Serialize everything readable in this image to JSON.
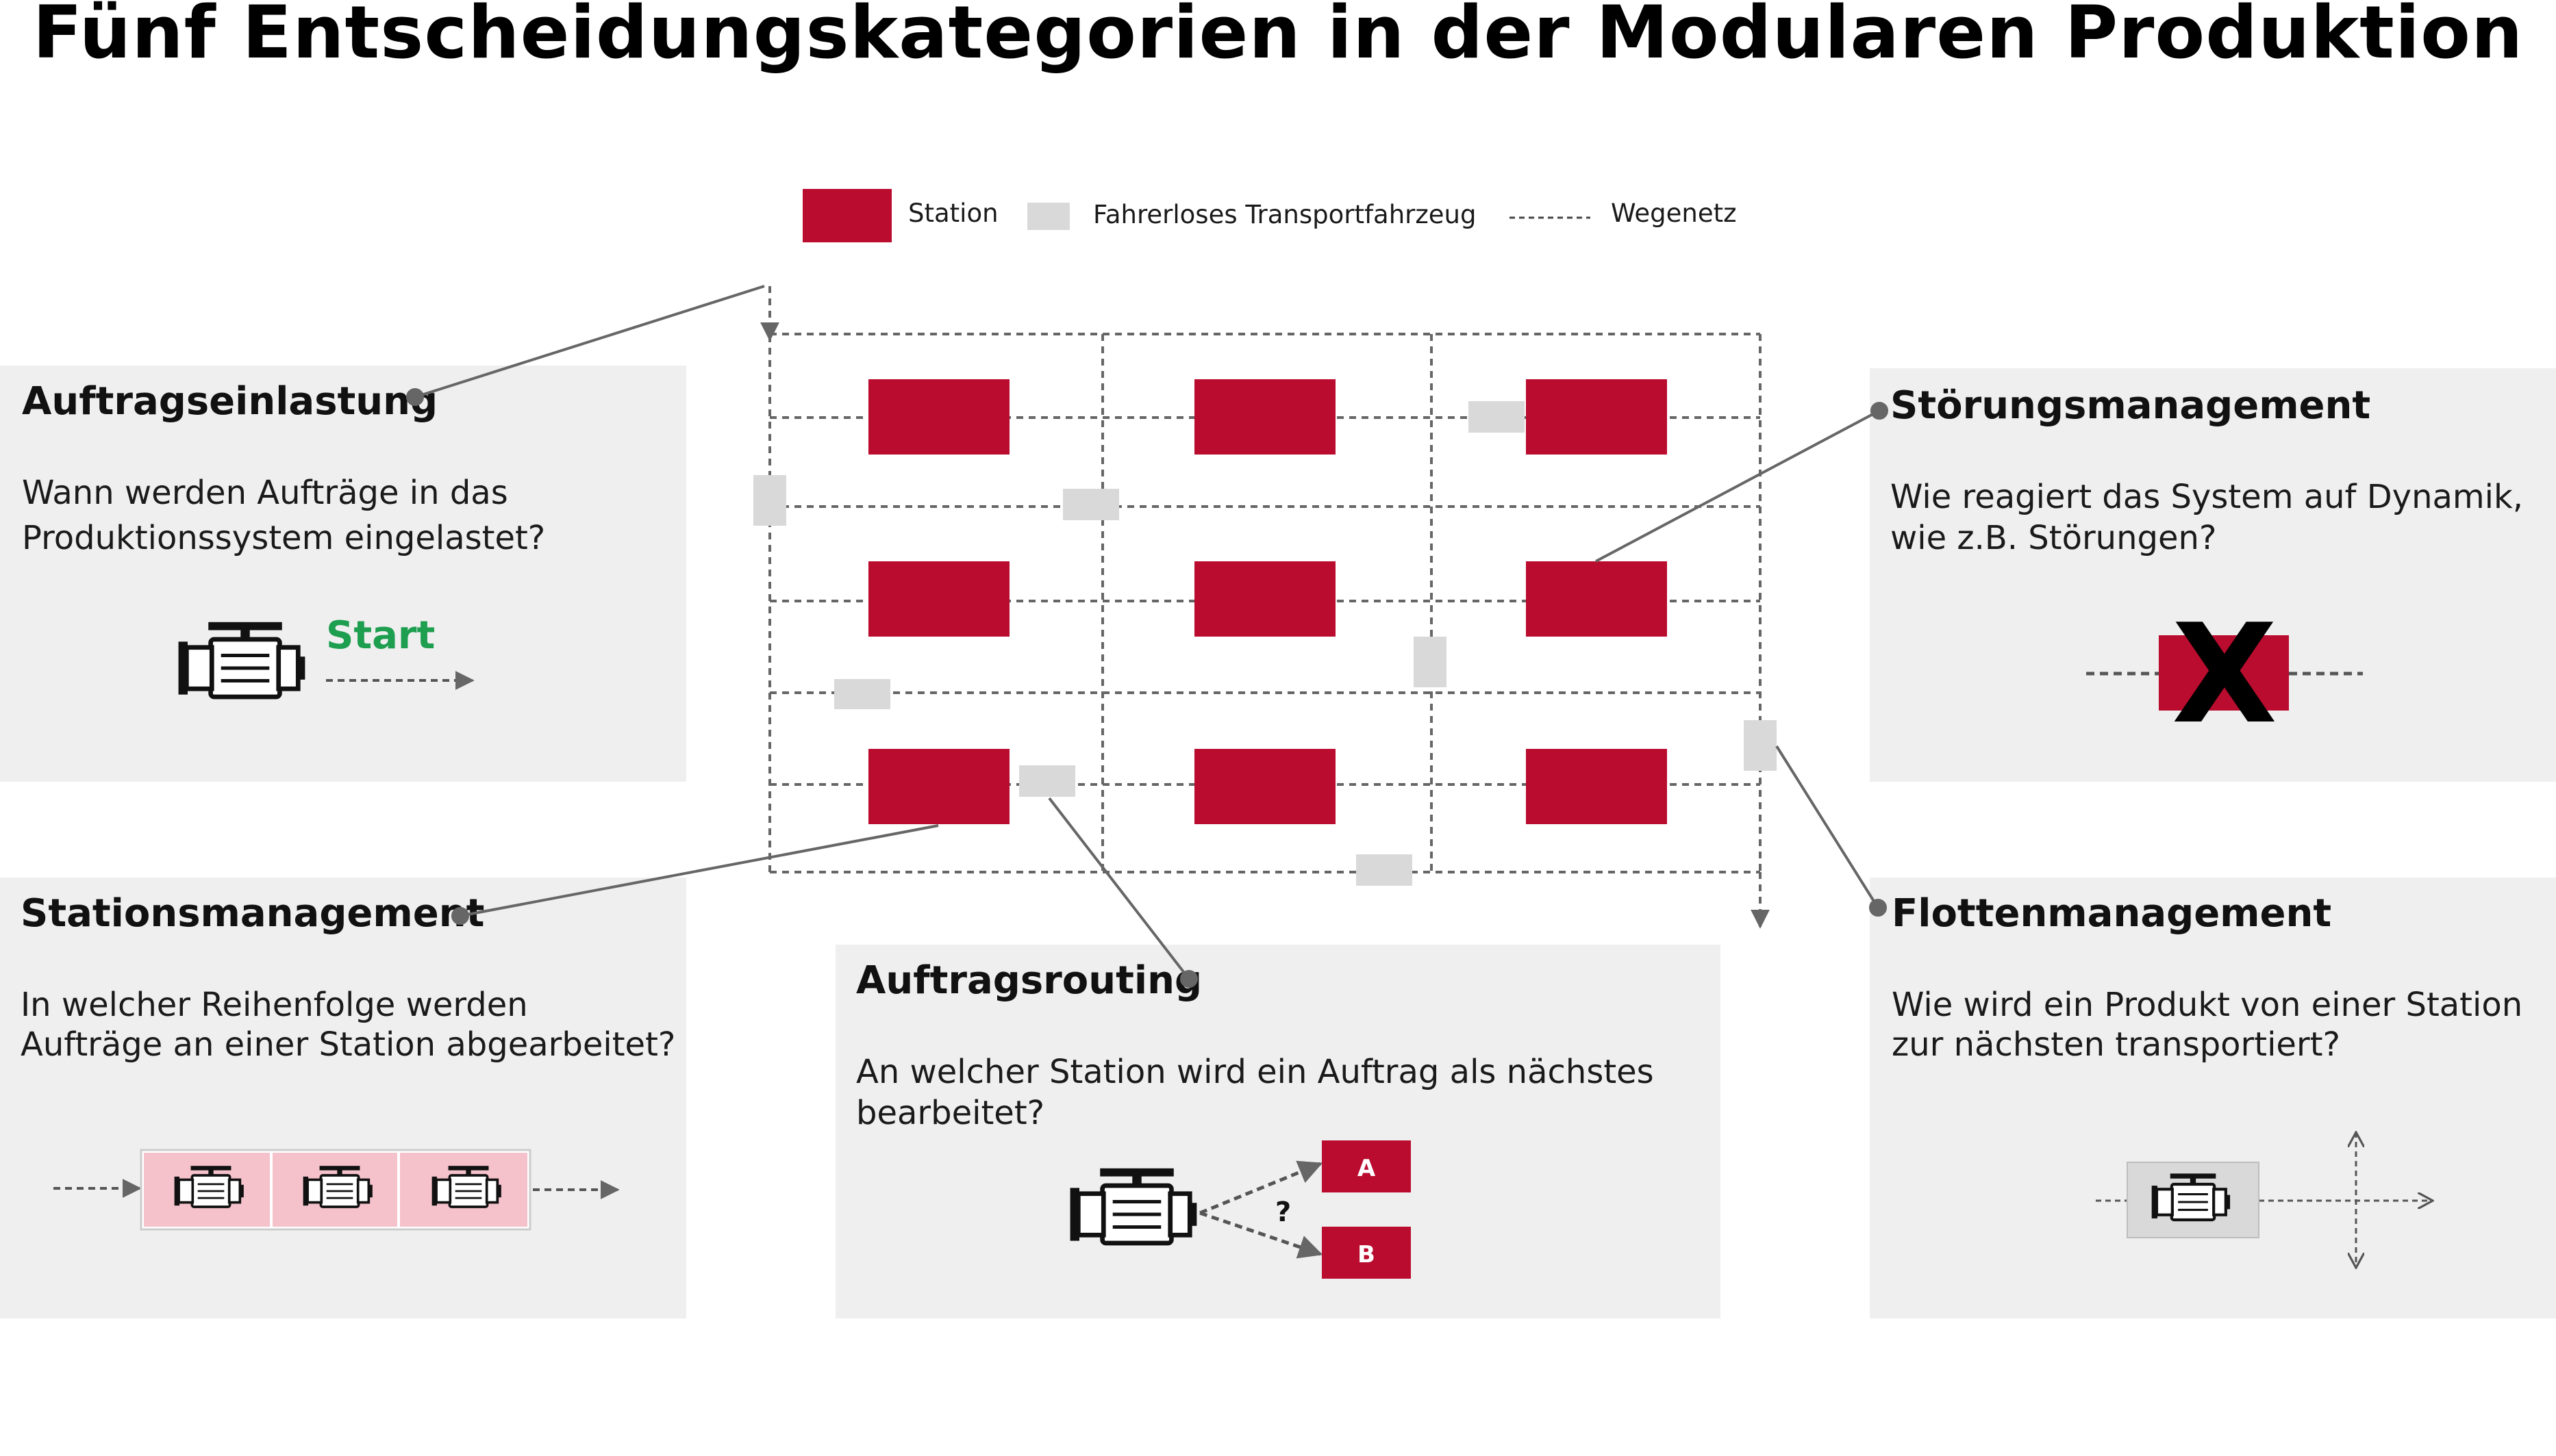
{
  "title": "Fünf Entscheidungskategorien in der Modularen Produktion",
  "colors": {
    "station": "#BA0C2F",
    "agv": "#D9D9D9",
    "panel": "#EFEFEF",
    "start": "#1E9E4F",
    "queue": "#F5C1CB"
  },
  "legend": {
    "station": "Station",
    "agv": "Fahrerloses Transportfahrzeug",
    "path": "Wegenetz"
  },
  "panels": {
    "auftragseinlastung": {
      "title": "Auftragseinlastung",
      "text": [
        "Wann werden Aufträge in das",
        "Produktionssystem eingelastet?"
      ],
      "start_label": "Start"
    },
    "stationsmanagement": {
      "title": "Stationsmanagement",
      "text": [
        "In welcher Reihenfolge werden",
        "Aufträge an einer Station abgearbeitet?"
      ]
    },
    "auftragsrouting": {
      "title": "Auftragsrouting",
      "text": [
        "An welcher Station wird ein Auftrag als nächstes",
        "bearbeitet?"
      ],
      "option_a": "A",
      "option_b": "B",
      "question": "?"
    },
    "stoerungsmanagement": {
      "title": "Störungsmanagement",
      "text": [
        "Wie reagiert das System auf Dynamik,",
        "wie z.B. Störungen?"
      ],
      "fault_mark": "X"
    },
    "flottenmanagement": {
      "title": "Flottenmanagement",
      "text": [
        "Wie wird ein Produkt von einer Station",
        "zur nächsten transportiert?"
      ]
    }
  },
  "icons": [
    "engine-icon",
    "station-icon",
    "agv-icon",
    "arrow-icon"
  ]
}
